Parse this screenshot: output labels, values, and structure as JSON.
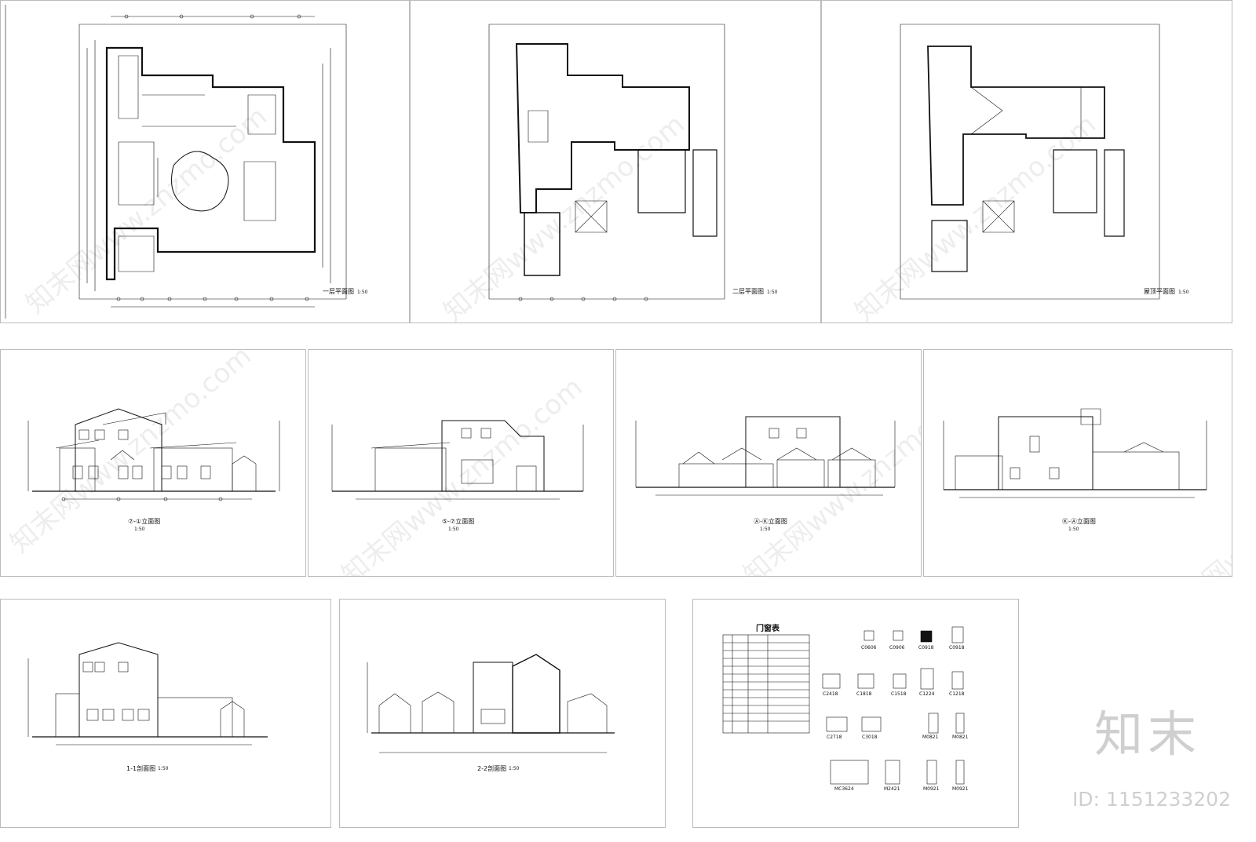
{
  "sheets": {
    "floor1": {
      "title": "一层平面图",
      "scale": "1:50"
    },
    "floor2": {
      "title": "二层平面图",
      "scale": "1:50"
    },
    "roof": {
      "title": "屋顶平面图",
      "scale": "1:50"
    },
    "elev1": {
      "title": "⑦-①立面图",
      "scale": "1:50"
    },
    "elev2": {
      "title": "⑤-⑦立面图",
      "scale": "1:50"
    },
    "elev3": {
      "title": "Ⓐ-Ⓚ立面图",
      "scale": "1:50"
    },
    "elev4": {
      "title": "Ⓚ-Ⓐ立面图",
      "scale": "1:50"
    },
    "sect1": {
      "title": "1-1剖面图",
      "scale": "1:50"
    },
    "sect2": {
      "title": "2-2剖面图",
      "scale": "1:50"
    },
    "doors": {
      "title": "门窗表"
    }
  },
  "window_labels": [
    "C0606",
    "C0906",
    "C0918",
    "C0918",
    "C2418",
    "C1818",
    "C1518",
    "C1224",
    "C1218",
    "C2718",
    "C3018",
    "M0821",
    "M0821",
    "MC3624",
    "M2421",
    "M0921",
    "M0921"
  ],
  "watermark": {
    "text": "知末网www.znzmo.com"
  },
  "brand": {
    "logo": "知末",
    "id": "ID: 1151233202"
  }
}
